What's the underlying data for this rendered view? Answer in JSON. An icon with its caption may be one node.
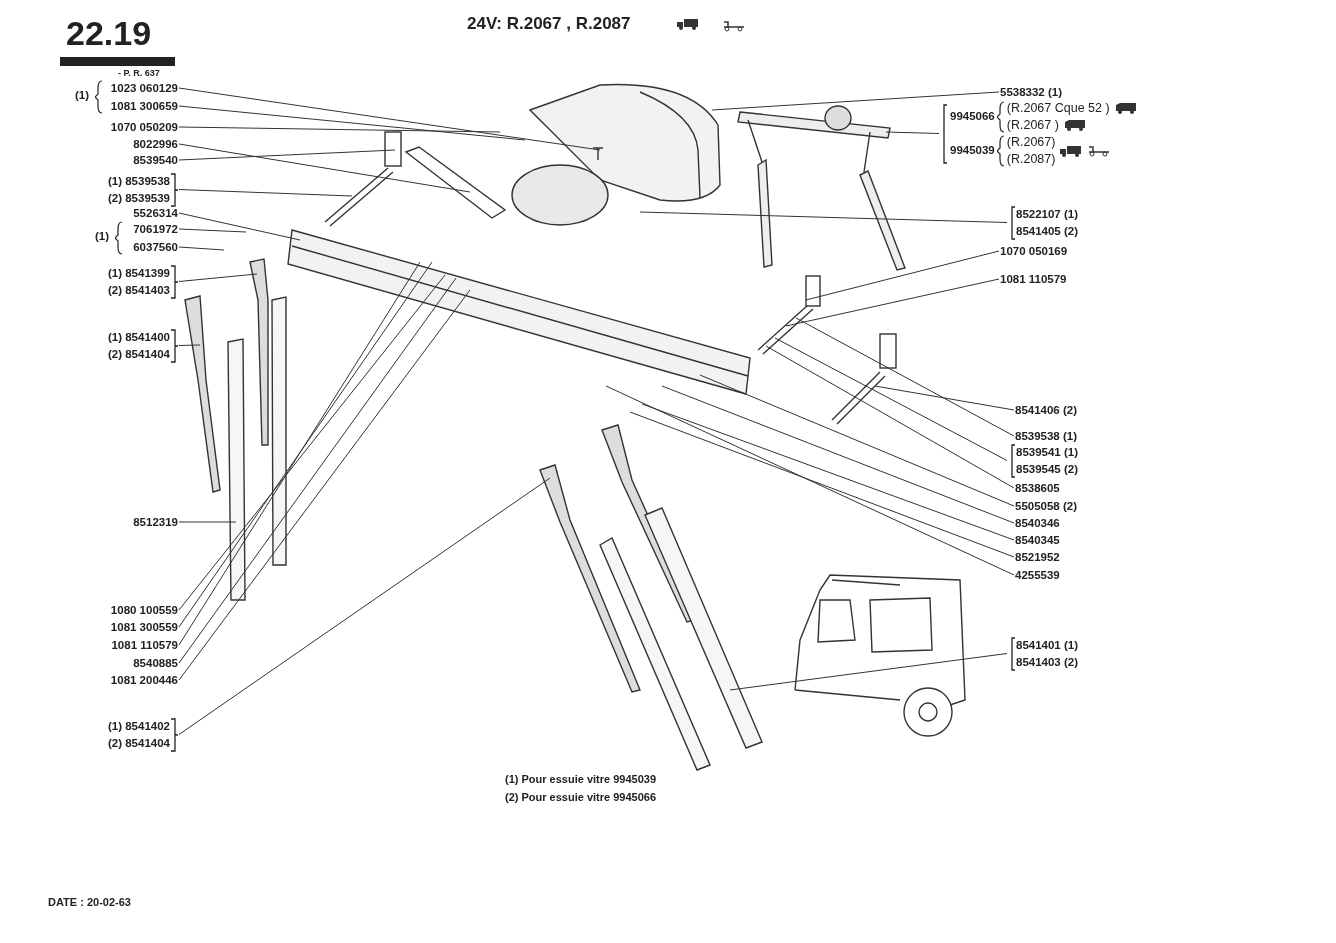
{
  "diagram": {
    "title": "22.19",
    "nodes": [
      {
        "text": [
          "1023 060129"
        ]
      },
      {
        "text": [
          "1081 300659"
        ]
      },
      {
        "text": [
          "1070 050209"
        ]
      },
      {
        "text": [
          "8022996"
        ]
      },
      {
        "text": [
          "8539540"
        ]
      },
      {
        "text": [
          "(1) 8539538",
          "(2) 8539539"
        ]
      },
      {
        "text": [
          "5526314"
        ]
      },
      {
        "text": [
          "7061972"
        ]
      },
      {
        "text": [
          "6037560"
        ]
      },
      {
        "text": [
          "(1) 8541399",
          "(2) 8541403"
        ]
      },
      {
        "text": [
          "(1) 8541400",
          "(2) 8541404"
        ]
      },
      {
        "text": [
          "8512319"
        ]
      },
      {
        "text": [
          "1080 100559"
        ]
      },
      {
        "text": [
          "1081 300559"
        ]
      },
      {
        "text": [
          "1081 110579"
        ]
      },
      {
        "text": [
          "8540885"
        ]
      },
      {
        "text": [
          "1081 200446"
        ]
      },
      {
        "text": [
          "(1) 8541402",
          "(2) 8541404"
        ]
      },
      {
        "text": [
          "5538332 (1)"
        ]
      },
      {
        "text": [
          "9945066",
          "(R.2067 Cque 52 )",
          "(R.2067 )",
          "9945039",
          "(R.2067)",
          "(R.2087)"
        ]
      },
      {
        "text": [
          "8522107 (1)",
          "8541405 (2)"
        ]
      },
      {
        "text": [
          "1070 050169"
        ]
      },
      {
        "text": [
          "1081 110579"
        ]
      },
      {
        "text": [
          "8541406 (2)"
        ]
      },
      {
        "text": [
          "8539538 (1)"
        ]
      },
      {
        "text": [
          "8539541 (1)",
          "8539545 (2)"
        ]
      },
      {
        "text": [
          "8538605"
        ]
      },
      {
        "text": [
          "5505058 (2)"
        ]
      },
      {
        "text": [
          "8540346"
        ]
      },
      {
        "text": [
          "8540345"
        ]
      },
      {
        "text": [
          "8521952"
        ]
      },
      {
        "text": [
          "4255539"
        ]
      },
      {
        "text": [
          "8541401 (1)",
          "8541403 (2)"
        ]
      },
      {
        "text": [],
        "shape": "picture"
      },
      {
        "text": [],
        "shape": "picture"
      },
      {
        "text": [],
        "shape": "picture"
      },
      {
        "text": [],
        "shape": "picture"
      },
      {
        "text": [],
        "shape": "picture"
      },
      {
        "text": [],
        "shape": "picture"
      },
      {
        "text": [],
        "shape": "picture"
      },
      {
        "text": [],
        "shape": "bar"
      },
      {
        "text": [],
        "shape": "picture"
      },
      {
        "text": [],
        "shape": "picture"
      },
      {
        "text": [],
        "shape": "bar"
      },
      {
        "text": [],
        "shape": "picture"
      }
    ],
    "edges": [
      {
        "from": 0,
        "to": 33,
        "arrow": "none"
      },
      {
        "from": 1,
        "to": 33,
        "arrow": "none"
      },
      {
        "from": 2,
        "to": null,
        "arrow": "none"
      },
      {
        "from": 3,
        "to": 35,
        "arrow": "none"
      },
      {
        "from": 4,
        "to": 36,
        "arrow": "none"
      },
      {
        "from": 5,
        "to": 36,
        "arrow": "none"
      },
      {
        "from": 6,
        "to": 34,
        "arrow": "none"
      },
      {
        "from": 7,
        "to": null,
        "arrow": "none"
      },
      {
        "from": 8,
        "to": null,
        "arrow": "none"
      },
      {
        "from": 9,
        "to": 41,
        "arrow": "none"
      },
      {
        "from": 10,
        "to": 39,
        "arrow": "none"
      },
      {
        "from": 11,
        "to": 40,
        "arrow": "none"
      },
      {
        "from": 12,
        "to": 34,
        "arrow": "none"
      },
      {
        "from": 13,
        "to": 34,
        "arrow": "none"
      },
      {
        "from": 14,
        "to": 34,
        "arrow": "none"
      },
      {
        "from": 15,
        "to": 34,
        "arrow": "none"
      },
      {
        "from": 16,
        "to": 34,
        "arrow": "none"
      },
      {
        "from": 17,
        "to": 42,
        "arrow": "none"
      },
      {
        "from": 18,
        "to": 33,
        "arrow": "none"
      },
      {
        "from": 19,
        "to": 44,
        "arrow": "none"
      },
      {
        "from": 20,
        "to": 33,
        "arrow": "none"
      },
      {
        "from": 21,
        "to": 37,
        "arrow": "none"
      },
      {
        "from": 22,
        "to": 37,
        "arrow": "none"
      },
      {
        "from": 23,
        "to": 38,
        "arrow": "none"
      },
      {
        "from": 24,
        "to": 37,
        "arrow": "none"
      },
      {
        "from": 25,
        "to": 37,
        "arrow": "none"
      },
      {
        "from": 26,
        "to": 37,
        "arrow": "none"
      },
      {
        "from": 27,
        "to": 34,
        "arrow": "none"
      },
      {
        "from": 28,
        "to": 34,
        "arrow": "none"
      },
      {
        "from": 29,
        "to": null,
        "arrow": "none"
      },
      {
        "from": 30,
        "to": null,
        "arrow": "none"
      },
      {
        "from": 31,
        "to": 34,
        "arrow": "none"
      },
      {
        "from": 32,
        "to": 43,
        "arrow": "none"
      }
    ],
    "labels": [
      "- P. R. 637",
      "24V: R.2067 , R.2087",
      "(1)",
      "(1)",
      "(1) Pour essuie vitre 9945039",
      "(2) Pour essuie vitre 9945066",
      "DATE : 20-02-63"
    ]
  }
}
